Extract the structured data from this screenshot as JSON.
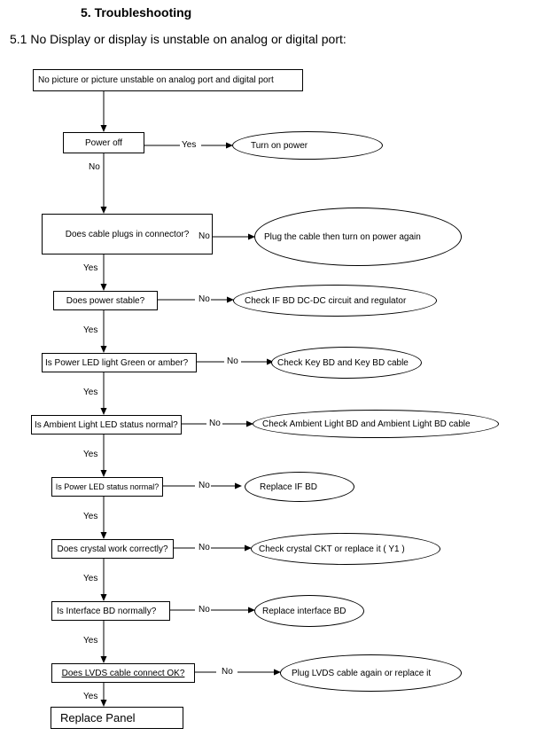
{
  "document": {
    "heading": "5. Troubleshooting",
    "subheading": "5.1 No Display or display is unstable on analog or digital port:"
  },
  "flowchart": {
    "start": "No picture or picture unstable on analog port and digital port",
    "steps": [
      {
        "question": "Power off",
        "yes_label": "Yes",
        "no_label": "No",
        "action": "Turn on power"
      },
      {
        "question": "Does cable plugs in connector?",
        "no_label": "No",
        "yes_label": "Yes",
        "action": "Plug the cable then turn on power again"
      },
      {
        "question": "Does power stable?",
        "no_label": "No",
        "yes_label": "Yes",
        "action": "Check IF BD DC-DC circuit and regulator"
      },
      {
        "question": "Is Power LED light Green or amber?",
        "no_label": "No",
        "yes_label": "Yes",
        "action": "Check Key BD and Key BD cable"
      },
      {
        "question": "Is Ambient Light LED status normal?",
        "no_label": "No",
        "yes_label": "Yes",
        "action": "Check Ambient Light BD and Ambient Light BD cable"
      },
      {
        "question": "Is Power LED status normal?",
        "no_label": "No",
        "yes_label": "Yes",
        "action": "Replace IF BD"
      },
      {
        "question": "Does crystal work correctly?",
        "no_label": "No",
        "yes_label": "Yes",
        "action": "Check crystal CKT or replace it ( Y1 )"
      },
      {
        "question": "Is Interface BD normally?",
        "no_label": "No",
        "yes_label": "Yes",
        "action": "Replace interface BD"
      },
      {
        "question": "Does LVDS cable connect OK?",
        "no_label": "No",
        "yes_label": "Yes",
        "action": "Plug LVDS cable again or replace it"
      }
    ],
    "end": "Replace Panel"
  }
}
